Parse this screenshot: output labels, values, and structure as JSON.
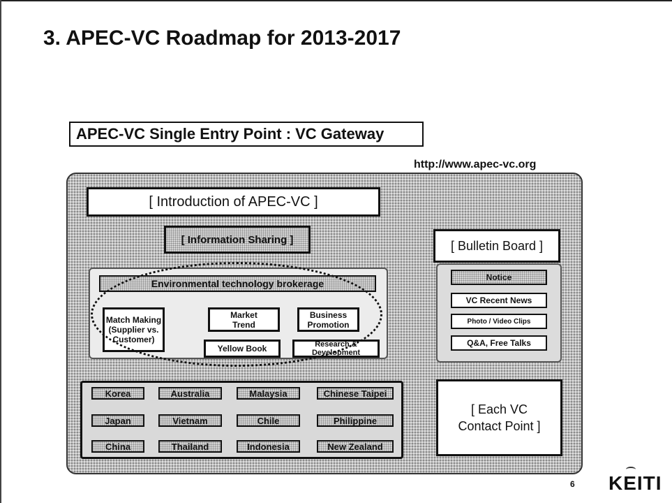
{
  "slide": {
    "title": "3. APEC-VC Roadmap for 2013-2017",
    "page_number": "6",
    "logo_text": "KEITI"
  },
  "gateway": {
    "label": "APEC-VC Single Entry Point : VC Gateway",
    "url": "http://www.apec-vc.org"
  },
  "sections": {
    "introduction": "[ Introduction of APEC-VC ]",
    "information_sharing": "[ Information Sharing ]",
    "bulletin_board": "[ Bulletin Board ]",
    "contact_line1": "[ Each VC",
    "contact_line2": "Contact Point ]"
  },
  "bulletin_items": [
    "Notice",
    "VC Recent News",
    "Photo / Video Clips",
    "Q&A, Free Talks"
  ],
  "brokerage": {
    "title": "Environmental technology brokerage",
    "match_line1": "Match Making",
    "match_line2": "(Supplier vs.",
    "match_line3": "Customer)",
    "market_line1": "Market",
    "market_line2": "Trend",
    "business_line1": "Business",
    "business_line2": "Promotion",
    "yellow_book": "Yellow Book",
    "research_line1": "Research &",
    "research_line2": "Development"
  },
  "economies": [
    [
      "Korea",
      "Australia",
      "Malaysia",
      "Chinese Taipei"
    ],
    [
      "Japan",
      "Vietnam",
      "Chile",
      "Philippine"
    ],
    [
      "China",
      "Thailand",
      "Indonesia",
      "New Zealand"
    ]
  ]
}
